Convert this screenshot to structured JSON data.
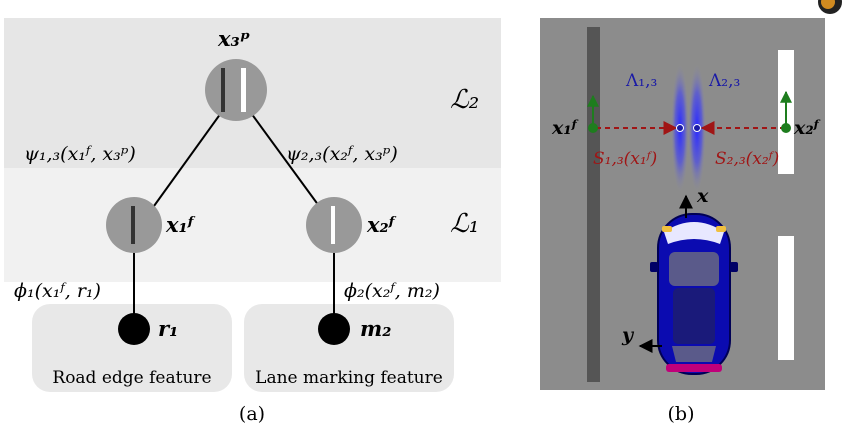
{
  "panel_a": {
    "caption": "(a)",
    "layers": {
      "l2": "ℒ₂",
      "l1": "ℒ₁"
    },
    "nodes": {
      "top": "x₃ᵖ",
      "left": "x₁ᶠ",
      "right": "x₂ᶠ",
      "left_obs": "r₁",
      "right_obs": "m₂"
    },
    "edges": {
      "psi_left": "ψ₁,₃(x₁ᶠ, x₃ᵖ)",
      "psi_right": "ψ₂,₃(x₂ᶠ, x₃ᵖ)",
      "phi_left": "ϕ₁(x₁ᶠ, r₁)",
      "phi_right": "ϕ₂(x₂ᶠ, m₂)"
    },
    "features": {
      "left": "Road edge feature",
      "right": "Lane marking feature"
    }
  },
  "panel_b": {
    "caption": "(b)",
    "lambda_left": "Λ₁,₃",
    "lambda_right": "Λ₂,₃",
    "x_left": "x₁ᶠ",
    "x_right": "x₂ᶠ",
    "s_left": "S₁,₃(x₁ᶠ)",
    "s_right": "S₂,₃(x₂ᶠ)",
    "axis_x": "x",
    "axis_y": "y"
  },
  "colors": {
    "band_dark": "#e6e6e6",
    "band_light": "#f1f1f1",
    "node_fill": "#999999",
    "road": "#8c8c8c",
    "road_edge": "#555555",
    "accent_blue": "#1a1aa6",
    "accent_red": "#a01515",
    "accent_green": "#1e7d1e"
  }
}
